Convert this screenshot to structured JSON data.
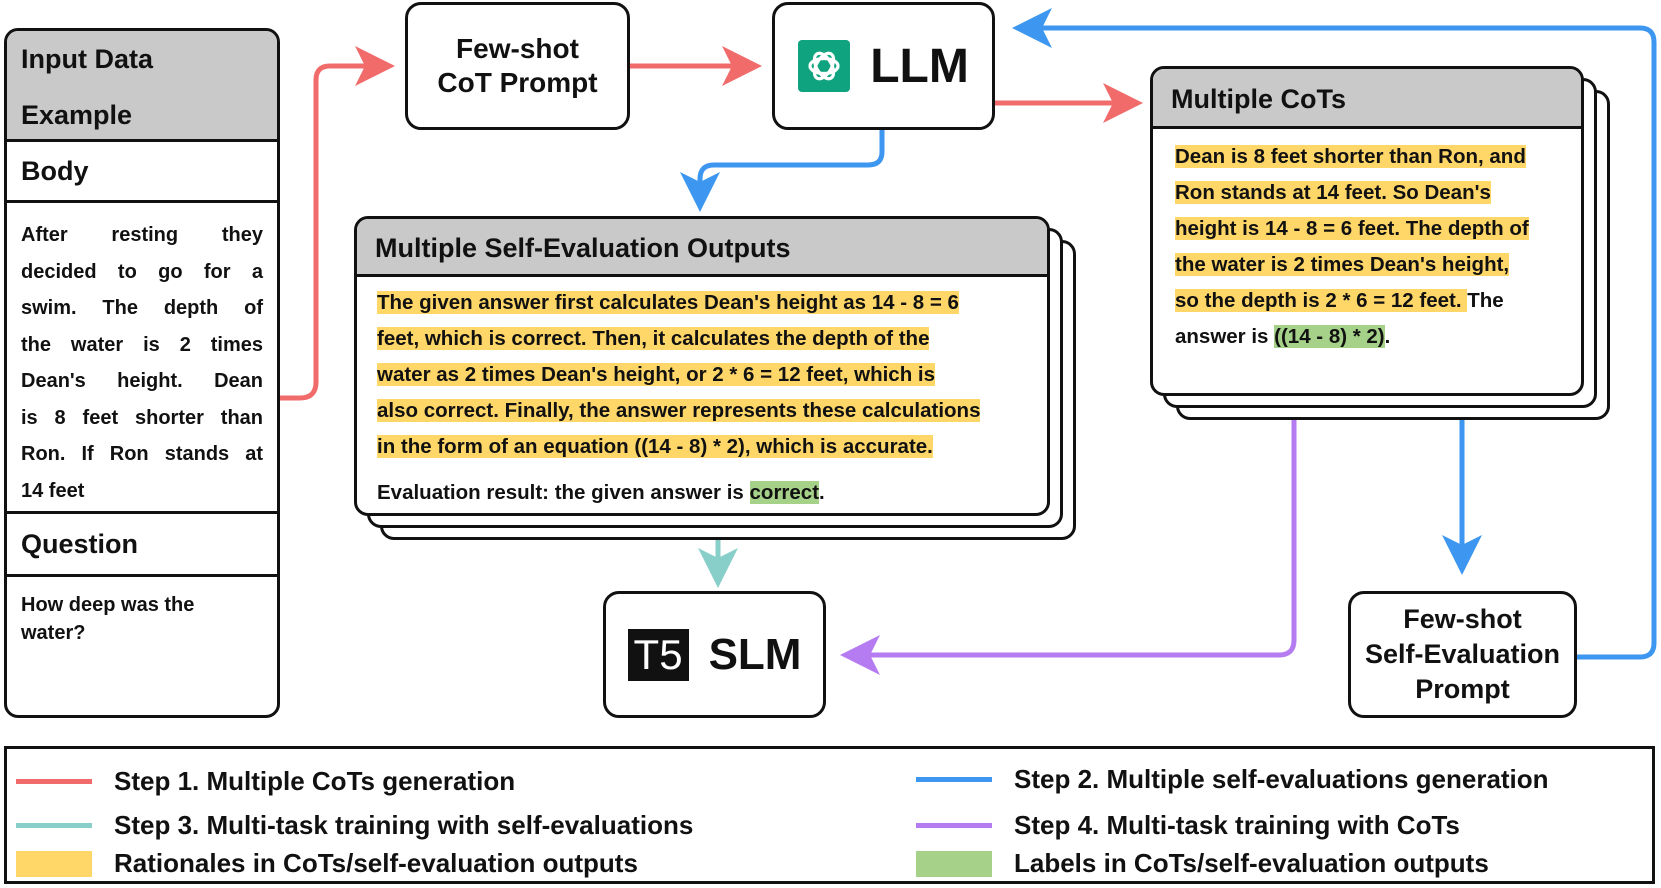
{
  "input_panel": {
    "header": "Input Data Example",
    "body_title": "Body",
    "body_lines": [
      "After resting they",
      "decided to go for a",
      "swim. The depth of",
      "the water is 2 times",
      "Dean's height. Dean",
      "is 8 feet shorter than",
      "Ron. If Ron stands at",
      "14 feet"
    ],
    "question_title": "Question",
    "question_lines": [
      "How deep was the",
      "water?"
    ]
  },
  "cot_prompt": {
    "lines": [
      "Few-shot",
      "CoT Prompt"
    ]
  },
  "llm": {
    "label": "LLM",
    "icon": "openai-logo-icon",
    "icon_color": "#10a37f"
  },
  "cots_panel": {
    "header": "Multiple CoTs",
    "rationale_lines": [
      "Dean is 8 feet shorter than Ron, and",
      "Ron stands at 14 feet. So Dean's",
      "height is 14 - 8 = 6 feet. The depth of",
      "the water is 2 times Dean's height,",
      "so the depth is 2 * 6 = 12 feet. "
    ],
    "tail_text": "The",
    "answer_prefix": "answer is ",
    "answer_label": "((14 - 8) * 2)",
    "answer_suffix": "."
  },
  "eval_panel": {
    "header": "Multiple Self-Evaluation Outputs",
    "rationale_lines": [
      "The given answer first calculates Dean's height as 14 - 8 = 6",
      "feet, which is correct. Then, it calculates the depth of the",
      "water as 2 times Dean's height, or 2 * 6 = 12 feet, which is",
      "also correct. Finally, the answer represents these calculations",
      "in the form of an equation ((14 - 8) * 2), which is accurate."
    ],
    "result_prefix": "Evaluation result: the given answer is ",
    "result_label": "correct",
    "result_suffix": "."
  },
  "slm": {
    "badge": "T5",
    "label": "SLM"
  },
  "self_eval_prompt": {
    "lines": [
      "Few-shot",
      "Self-Evaluation",
      "Prompt"
    ]
  },
  "colors": {
    "step1": "#f26b6b",
    "step2": "#3d96f0",
    "step3": "#87cfc8",
    "step4": "#b57bf0",
    "rationale": "#fed768",
    "label": "#a6d189"
  },
  "legend": [
    {
      "text": "Step 1. Multiple CoTs generation",
      "kind": "line",
      "color": "#f26b6b"
    },
    {
      "text": "Step 2. Multiple self-evaluations generation",
      "kind": "line",
      "color": "#3d96f0"
    },
    {
      "text": "Step 3. Multi-task training with self-evaluations",
      "kind": "line",
      "color": "#87cfc8"
    },
    {
      "text": "Step 4. Multi-task training with CoTs",
      "kind": "line",
      "color": "#b57bf0"
    },
    {
      "text": "Rationales in CoTs/self-evaluation outputs",
      "kind": "box",
      "color": "#fed768"
    },
    {
      "text": "Labels in CoTs/self-evaluation outputs",
      "kind": "box",
      "color": "#a6d189"
    }
  ]
}
